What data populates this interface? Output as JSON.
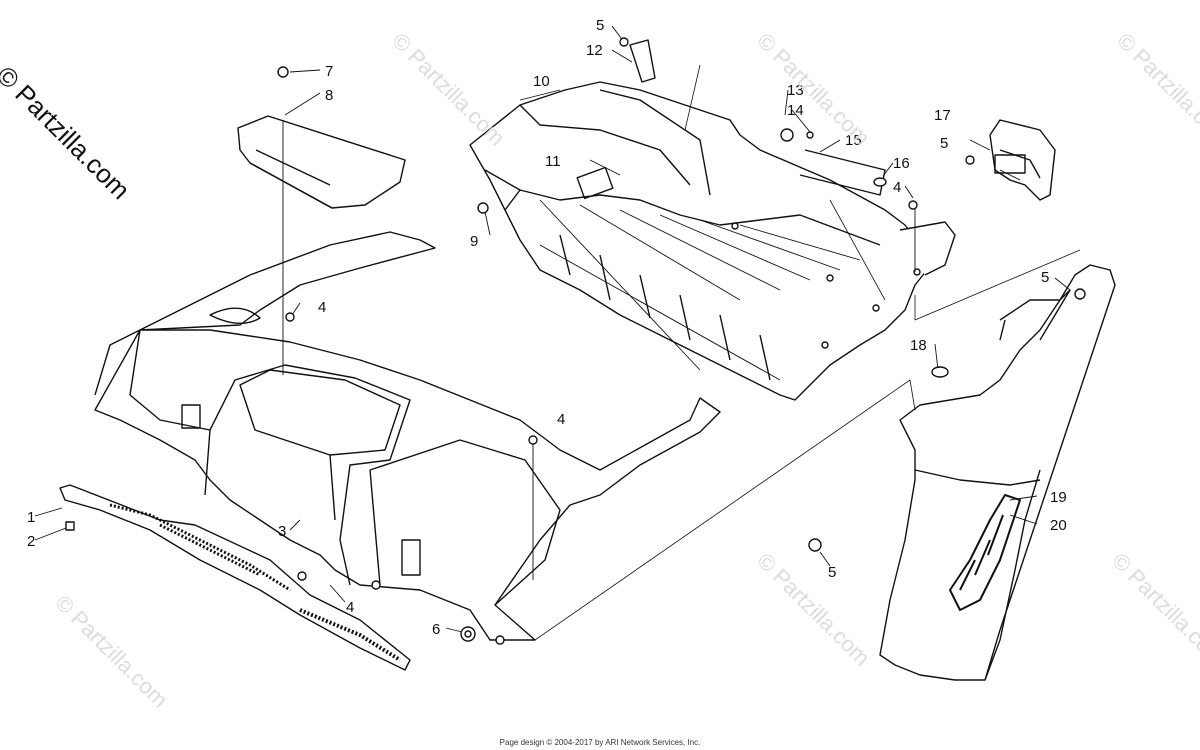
{
  "watermark": {
    "corner_text": "© Partzilla.com",
    "tile_text": "© Partzilla.com"
  },
  "footer": {
    "text": "Page design © 2004-2017 by ARI Network Services, Inc."
  },
  "callouts": {
    "c1": "1",
    "c2": "2",
    "c3": "3",
    "c4a": "4",
    "c4b": "4",
    "c4c": "4",
    "c4d": "4",
    "c5a": "5",
    "c5b": "5",
    "c5c": "5",
    "c5d": "5",
    "c6": "6",
    "c7": "7",
    "c8": "8",
    "c9": "9",
    "c10": "10",
    "c11": "11",
    "c12": "12",
    "c13": "13",
    "c14": "14",
    "c15": "15",
    "c16": "16",
    "c17": "17",
    "c18": "18",
    "c19": "19",
    "c20": "20"
  },
  "colors": {
    "line": "#111111",
    "watermark": "#dcdcdc",
    "background": "#ffffff"
  }
}
